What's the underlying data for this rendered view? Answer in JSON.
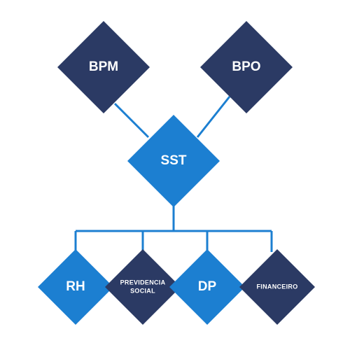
{
  "colors": {
    "navy": "#2b3a64",
    "blue": "#1c7fd1",
    "connector": "#1c7fd1",
    "background": "#ffffff"
  },
  "nodes": {
    "bpm": {
      "label": "BPM"
    },
    "bpo": {
      "label": "BPO"
    },
    "sst": {
      "label": "SST"
    },
    "rh": {
      "label": "RH"
    },
    "previdencia": {
      "line1": "PREVIDENCIA",
      "line2": "SOCIAL"
    },
    "dp": {
      "label": "DP"
    },
    "financeiro": {
      "label": "FINANCEIRO"
    }
  }
}
